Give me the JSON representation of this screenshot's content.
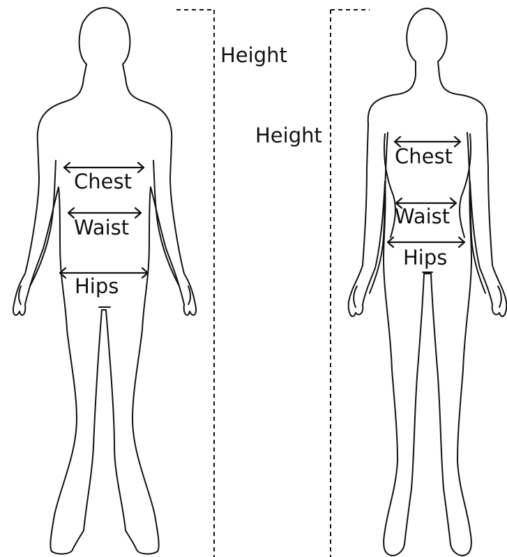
{
  "male": {
    "height_label": "Height",
    "chest_label": "Chest",
    "waist_label": "Waist",
    "hips_label": "Hips"
  },
  "female": {
    "height_label": "Height",
    "chest_label": "Chest",
    "waist_label": "Waist",
    "hips_label": "Hips"
  },
  "colors": {
    "outline": "#111111",
    "background": "#ffffff"
  }
}
